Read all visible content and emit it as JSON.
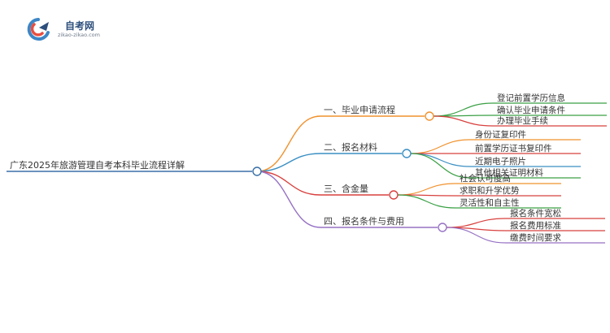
{
  "logo": {
    "title": "自考网",
    "domain": "zikao-zikao.com"
  },
  "mindmap": {
    "root": "广东2025年旅游管理自考本科毕业流程详解",
    "branches": [
      {
        "label": "一、毕业申请流程",
        "color": "#f0922e",
        "children": [
          "登记前置学历信息",
          "确认毕业申请条件",
          "办理毕业手续"
        ]
      },
      {
        "label": "二、报名材料",
        "color": "#3a8fc3",
        "children": [
          "身份证复印件",
          "前置学历证书复印件",
          "近期电子照片",
          "其他相关证明材料"
        ]
      },
      {
        "label": "三、含金量",
        "color": "#d8403e",
        "children": [
          "社会认可度高",
          "求职和升学优势",
          "灵活性和自主性"
        ]
      },
      {
        "label": "四、报名条件与费用",
        "color": "#9672c4",
        "children": [
          "报名条件宽松",
          "报名费用标准",
          "缴费时间要求"
        ]
      }
    ],
    "child_colors": [
      [
        "#3aa045",
        "#3aa045",
        "#d8403e"
      ],
      [
        "#f0922e",
        "#d8403e",
        "#3a8fc3",
        "#3aa045"
      ],
      [
        "#f0922e",
        "#d8403e",
        "#3aa045"
      ],
      [
        "#d8403e",
        "#d8403e",
        "#9672c4"
      ]
    ]
  }
}
